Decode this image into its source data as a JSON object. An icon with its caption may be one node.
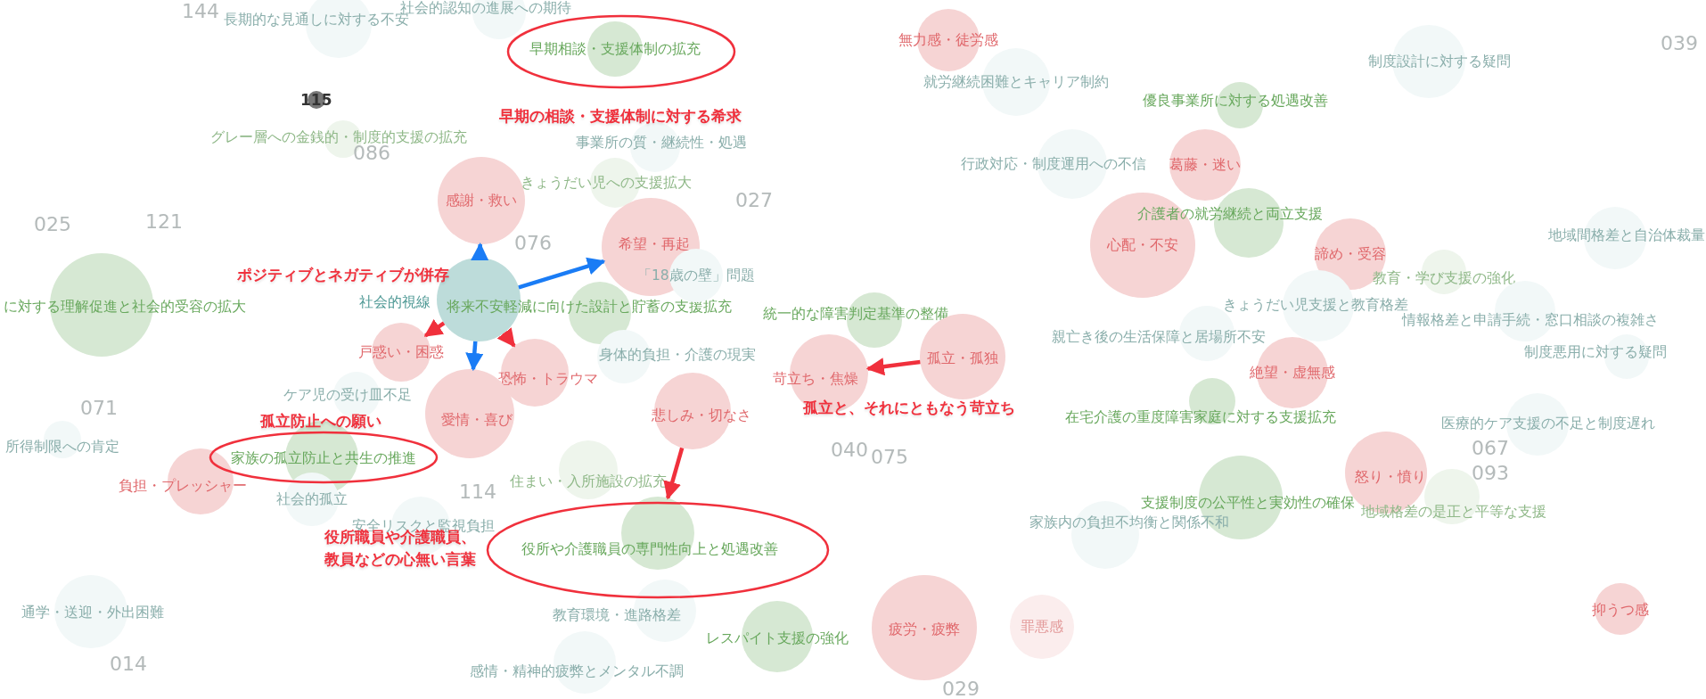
{
  "diagram": {
    "nodes": [
      {
        "text": [
          "長期的な見通しに対する不安"
        ]
      },
      {
        "text": [
          "社会的認知の進展への期待"
        ]
      },
      {
        "text": [
          "早期相談・支援体制の拡充"
        ]
      },
      {
        "text": [
          "無力感・徒労感"
        ]
      },
      {
        "text": [
          "就労継続困難とキャリア制約"
        ]
      },
      {
        "text": [
          "制度設計に対する疑問"
        ]
      },
      {
        "text": [
          "115"
        ]
      },
      {
        "text": [
          "優良事業所に対する処遇改善"
        ]
      },
      {
        "text": [
          "グレー層への金銭的・制度的支援の拡充"
        ]
      },
      {
        "text": [
          "事業所の質・継続性・処遇"
        ]
      },
      {
        "text": [
          "行政対応・制度運用への不信"
        ]
      },
      {
        "text": [
          "葛藤・迷い"
        ]
      },
      {
        "text": [
          "感謝・救い"
        ]
      },
      {
        "text": [
          "きょうだい児への支援拡大"
        ]
      },
      {
        "text": [
          "希望・再起"
        ]
      },
      {
        "text": [
          "心配・不安"
        ]
      },
      {
        "text": [
          "介護者の就労継続と両立支援"
        ]
      },
      {
        "text": [
          "諦め・受容"
        ]
      },
      {
        "text": [
          "地域間格差と自治体裁量"
        ]
      },
      {
        "text": [
          "教育・学び支援の強化"
        ]
      },
      {
        "text": [
          "に対する理解促進と社会的受容の拡大"
        ]
      },
      {
        "text": [
          "社会的視線"
        ]
      },
      {
        "text": [
          "将来不安軽減に向けた設計と貯蓄の支援拡充"
        ]
      },
      {
        "text": [
          "「18歳の壁」問題"
        ]
      },
      {
        "text": [
          "きょうだい児支援と教育格差"
        ]
      },
      {
        "text": [
          "情報格差と申請手続・窓口相談の複雑さ"
        ]
      },
      {
        "text": [
          "統一的な障害判定基準の整備"
        ]
      },
      {
        "text": [
          "戸惑い・困惑"
        ]
      },
      {
        "text": [
          "恐怖・トラウマ"
        ]
      },
      {
        "text": [
          "身体的負担・介護の現実"
        ]
      },
      {
        "text": [
          "苛立ち・焦燥"
        ]
      },
      {
        "text": [
          "孤立・孤独"
        ]
      },
      {
        "text": [
          "親亡き後の生活保障と居場所不安"
        ]
      },
      {
        "text": [
          "制度悪用に対する疑問"
        ]
      },
      {
        "text": [
          "絶望・虚無感"
        ]
      },
      {
        "text": [
          "在宅介護の重度障害家庭に対する支援拡充"
        ]
      },
      {
        "text": [
          "愛情・喜び"
        ]
      },
      {
        "text": [
          "ケア児の受け皿不足"
        ]
      },
      {
        "text": [
          "悲しみ・切なさ"
        ]
      },
      {
        "text": [
          "所得制限への肯定"
        ]
      },
      {
        "text": [
          "医療的ケア支援の不足と制度遅れ"
        ]
      },
      {
        "text": [
          "家族の孤立防止と共生の推進"
        ]
      },
      {
        "text": [
          "負担・プレッシャー"
        ]
      },
      {
        "text": [
          "社会的孤立"
        ]
      },
      {
        "text": [
          "住まい・入所施設の拡充"
        ]
      },
      {
        "text": [
          "怒り・憤り"
        ]
      },
      {
        "text": [
          "支援制度の公平性と実効性の確保"
        ]
      },
      {
        "text": [
          "地域格差の是正と平等な支援"
        ]
      },
      {
        "text": [
          "安全リスクと監視負担"
        ]
      },
      {
        "text": [
          "家族内の負担不均衡と関係不和"
        ]
      },
      {
        "text": [
          "役所や介護職員の専門性向上と処遇改善"
        ]
      },
      {
        "text": [
          "教育環境・進路格差"
        ]
      },
      {
        "text": [
          "通学・送迎・外出困難"
        ]
      },
      {
        "text": [
          "抑うつ感"
        ]
      },
      {
        "text": [
          "レスパイト支援の強化"
        ]
      },
      {
        "text": [
          "疲労・疲弊"
        ]
      },
      {
        "text": [
          "罪悪感"
        ]
      },
      {
        "text": [
          "感情・精神的疲弊とメンタル不調"
        ]
      }
    ],
    "edges": [
      {
        "from": 21,
        "to": 12,
        "arrow": "to",
        "color": "#1a7cf5"
      },
      {
        "from": 21,
        "to": 14,
        "arrow": "to",
        "color": "#1a7cf5"
      },
      {
        "from": 21,
        "to": 36,
        "arrow": "to",
        "color": "#1a7cf5"
      },
      {
        "from": 21,
        "to": 27,
        "arrow": "to"
      },
      {
        "from": 21,
        "to": 28,
        "arrow": "to"
      },
      {
        "from": 31,
        "to": 30,
        "arrow": "to"
      },
      {
        "from": 38,
        "to": 50,
        "arrow": "to"
      }
    ],
    "labels": [
      "144",
      "039",
      "早期の相談・支援体制に対する希求",
      "086",
      "027",
      "121",
      "025",
      "076",
      "ポジティブとネガティブが併存",
      "071",
      "孤立と、それにともなう苛立ち",
      "孤立防止への願い",
      "067",
      "040",
      "075",
      "093",
      "114",
      "役所職員や介護職員、教員などの心無い言葉",
      "014",
      "029"
    ]
  }
}
